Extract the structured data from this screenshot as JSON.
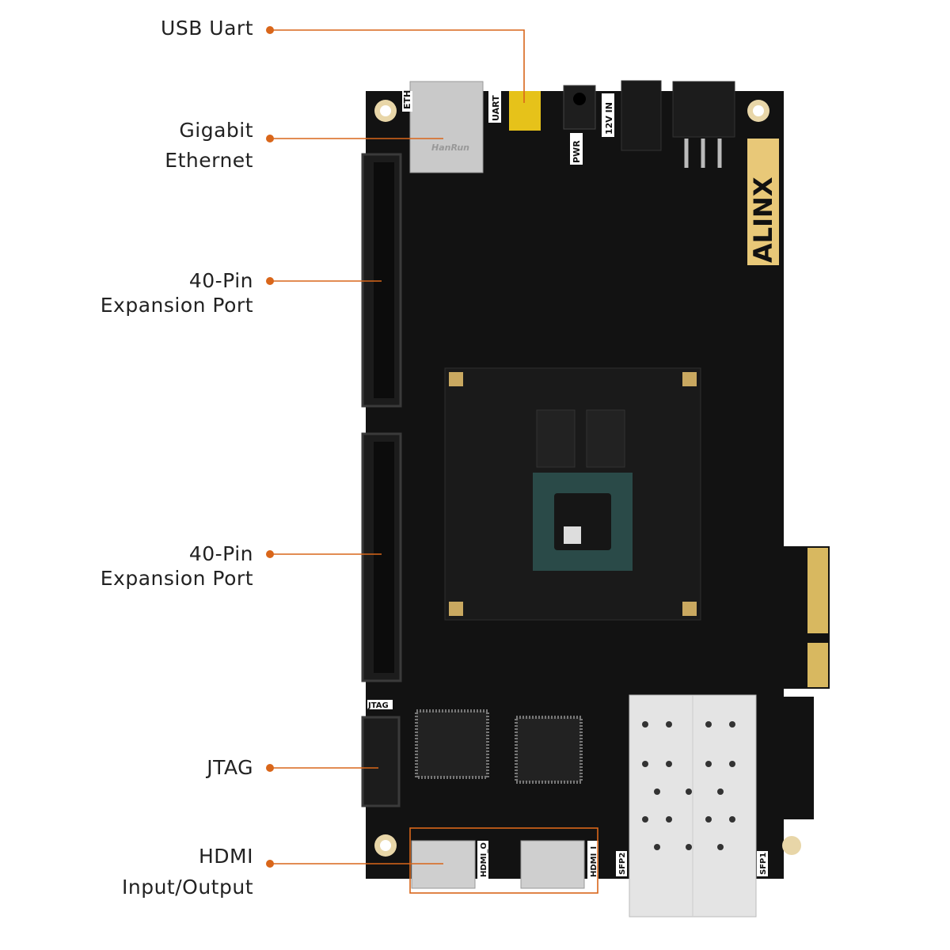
{
  "callouts": [
    {
      "id": "usb-uart",
      "lines": [
        "USB Uart"
      ]
    },
    {
      "id": "gigabit-ethernet",
      "lines": [
        "Gigabit",
        "Ethernet"
      ]
    },
    {
      "id": "expansion-port-1",
      "lines": [
        "40-Pin",
        "Expansion Port"
      ]
    },
    {
      "id": "expansion-port-2",
      "lines": [
        "40-Pin",
        "Expansion Port"
      ]
    },
    {
      "id": "jtag",
      "lines": [
        "JTAG"
      ]
    },
    {
      "id": "hdmi",
      "lines": [
        "HDMI",
        "Input/Output"
      ]
    }
  ],
  "board_labels": {
    "brand": "ALINX",
    "eth": "ETH",
    "uart": "UART",
    "power_in": "12V IN",
    "pwr": "PWR",
    "jtag": "JTAG",
    "hdmi_out": "HDMI_O",
    "hdmi_in": "HDMI_I",
    "sfp1": "SFP1",
    "sfp2": "SFP2",
    "rj45_brand": "HanRun"
  },
  "colors": {
    "callout": "#d9661a",
    "board": "#111111",
    "gold": "#e8c878",
    "text": "#222222"
  }
}
